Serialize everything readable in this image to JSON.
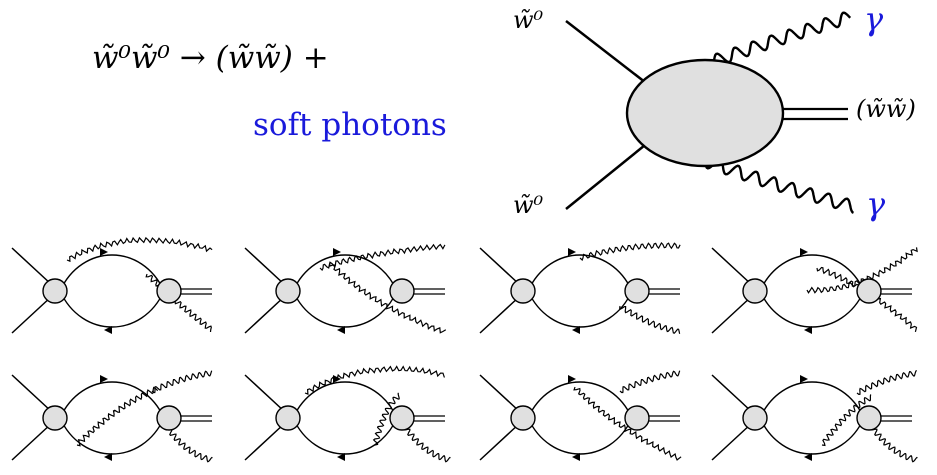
{
  "process": {
    "initial_state": "w̃⁰w̃⁰",
    "arrow": "→",
    "final_state": "(w̃w̃) +",
    "soft_photons": "soft photons"
  },
  "main_diagram": {
    "incoming_top": "w̃⁰",
    "incoming_bottom": "w̃⁰",
    "bound_state": "(w̃w̃)",
    "photon_top": "γ",
    "photon_bottom": "γ"
  },
  "colors": {
    "blob_fill": "#e0e0e0",
    "lines": "#000000",
    "accent_blue": "#1a1adb"
  },
  "loop_diagrams": {
    "rows": 2,
    "columns": 4,
    "count": 8
  }
}
